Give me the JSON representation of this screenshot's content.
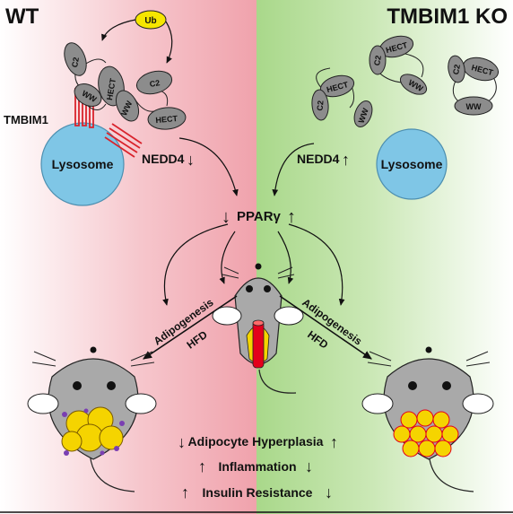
{
  "left_panel": {
    "title": "WT",
    "ub": "Ub",
    "c2": "C2",
    "hect": "HECT",
    "ww": "WW",
    "tmbim1": "TMBIM1",
    "lysosome": "Lysosome",
    "nedd4": "NEDD4",
    "nedd4_arrow": "↓"
  },
  "right_panel": {
    "title": "TMBIM1 KO",
    "c2": "C2",
    "hect": "HECT",
    "ww": "WW",
    "lysosome": "Lysosome",
    "nedd4": "NEDD4",
    "nedd4_arrow": "↑"
  },
  "center": {
    "ppar_left_arrow": "↓",
    "ppar": "PPARγ",
    "ppar_right_arrow": "↑"
  },
  "mice": {
    "left_process": "Adipogenesis",
    "left_condition": "HFD",
    "right_process": "Adipogenesis",
    "right_condition": "HFD"
  },
  "outcomes": [
    {
      "left_arrow": "↓",
      "label": "Adipocyte Hyperplasia",
      "right_arrow": "↑"
    },
    {
      "left_arrow": "↑",
      "label": "Inflammation",
      "right_arrow": "↓"
    },
    {
      "left_arrow": "↑",
      "label": "Insulin Resistance",
      "right_arrow": "↓"
    }
  ],
  "colors": {
    "wt_bg": "#f4b3bb",
    "ko_bg": "#b9df9c",
    "lysosome": "#7fc6e6",
    "domain": "#8c8c8c",
    "mouse": "#a9a9a9",
    "fat": "#f5d400",
    "ub": "#f6e600",
    "tmbim1": "#d9232c",
    "inflammation": "#7a3fb2"
  }
}
